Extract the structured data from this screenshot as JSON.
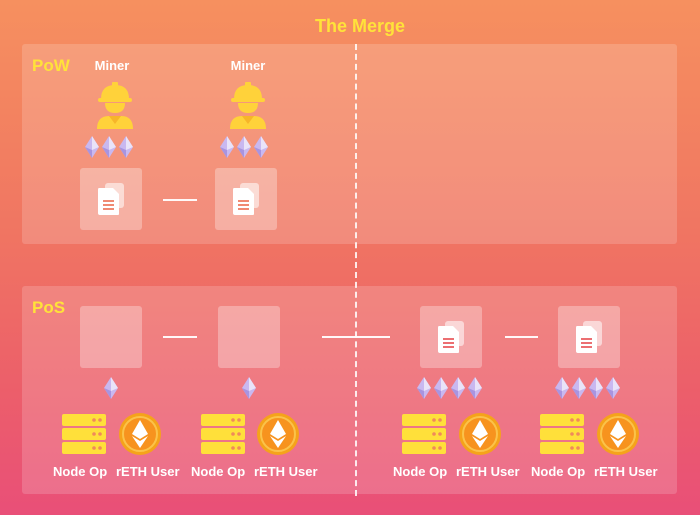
{
  "title": "The Merge",
  "pow": {
    "label": "PoW",
    "miners": [
      {
        "label": "Miner",
        "stake_count": 3
      },
      {
        "label": "Miner",
        "stake_count": 3
      }
    ]
  },
  "pos": {
    "label": "PoS",
    "before_merge": [
      {
        "stake_count": 1,
        "node_label": "Node Op",
        "user_label": "rETH User"
      },
      {
        "stake_count": 1,
        "node_label": "Node Op",
        "user_label": "rETH User"
      }
    ],
    "after_merge": [
      {
        "stake_count": 4,
        "node_label": "Node Op",
        "user_label": "rETH User"
      },
      {
        "stake_count": 4,
        "node_label": "Node Op",
        "user_label": "rETH User"
      }
    ]
  },
  "colors": {
    "accent": "#ffe23a",
    "miner": "#ffd23a",
    "server": "#ffe03a",
    "eth_coin": "#f7931e",
    "gem": "#c9b8f0"
  }
}
